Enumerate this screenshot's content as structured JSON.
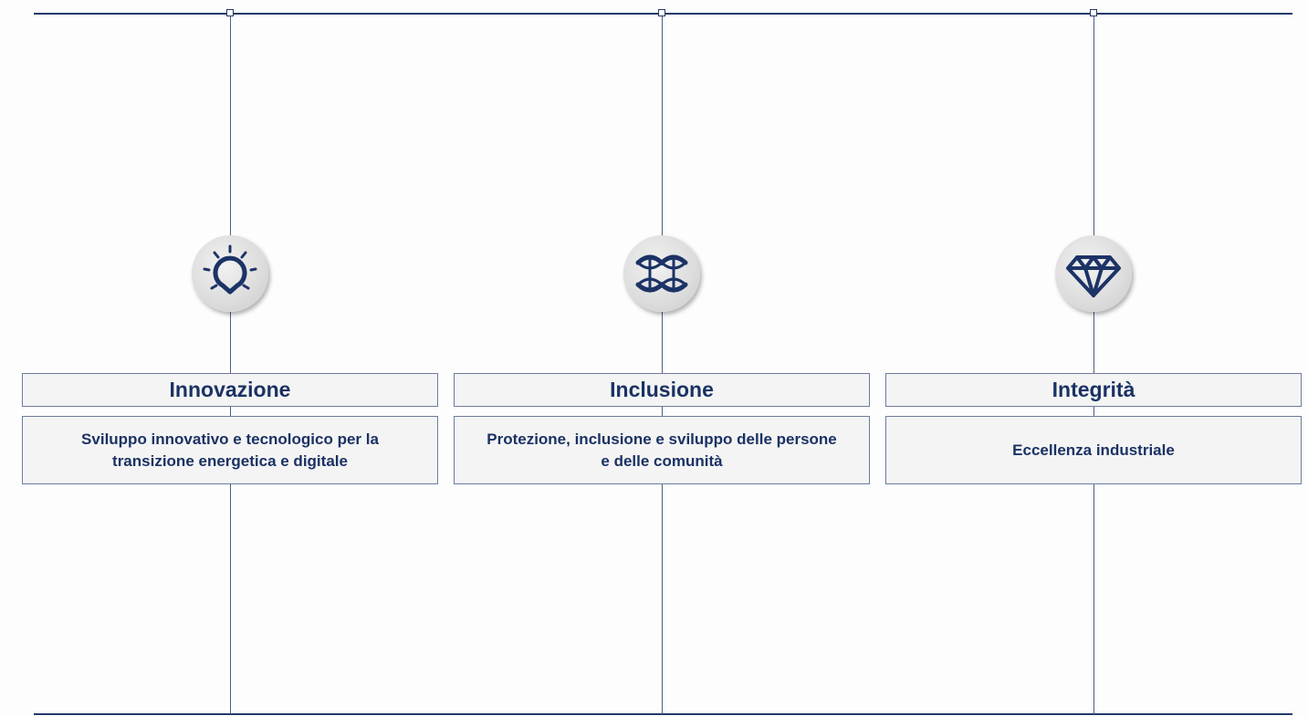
{
  "colors": {
    "line": "#23396b",
    "text": "#1a3264",
    "box_fill": "#f4f4f4",
    "icon_stroke": "#1c3366"
  },
  "pillars": [
    {
      "icon": "lightbulb-icon",
      "title": "Innovazione",
      "description": "Sviluppo innovativo e tecnologico per la transizione energetica e digitale"
    },
    {
      "icon": "interlinked-arcs-icon",
      "title": "Inclusione",
      "description": "Protezione, inclusione e sviluppo delle persone e delle comunità"
    },
    {
      "icon": "diamond-icon",
      "title": "Integrità",
      "description": "Eccellenza industriale"
    }
  ]
}
